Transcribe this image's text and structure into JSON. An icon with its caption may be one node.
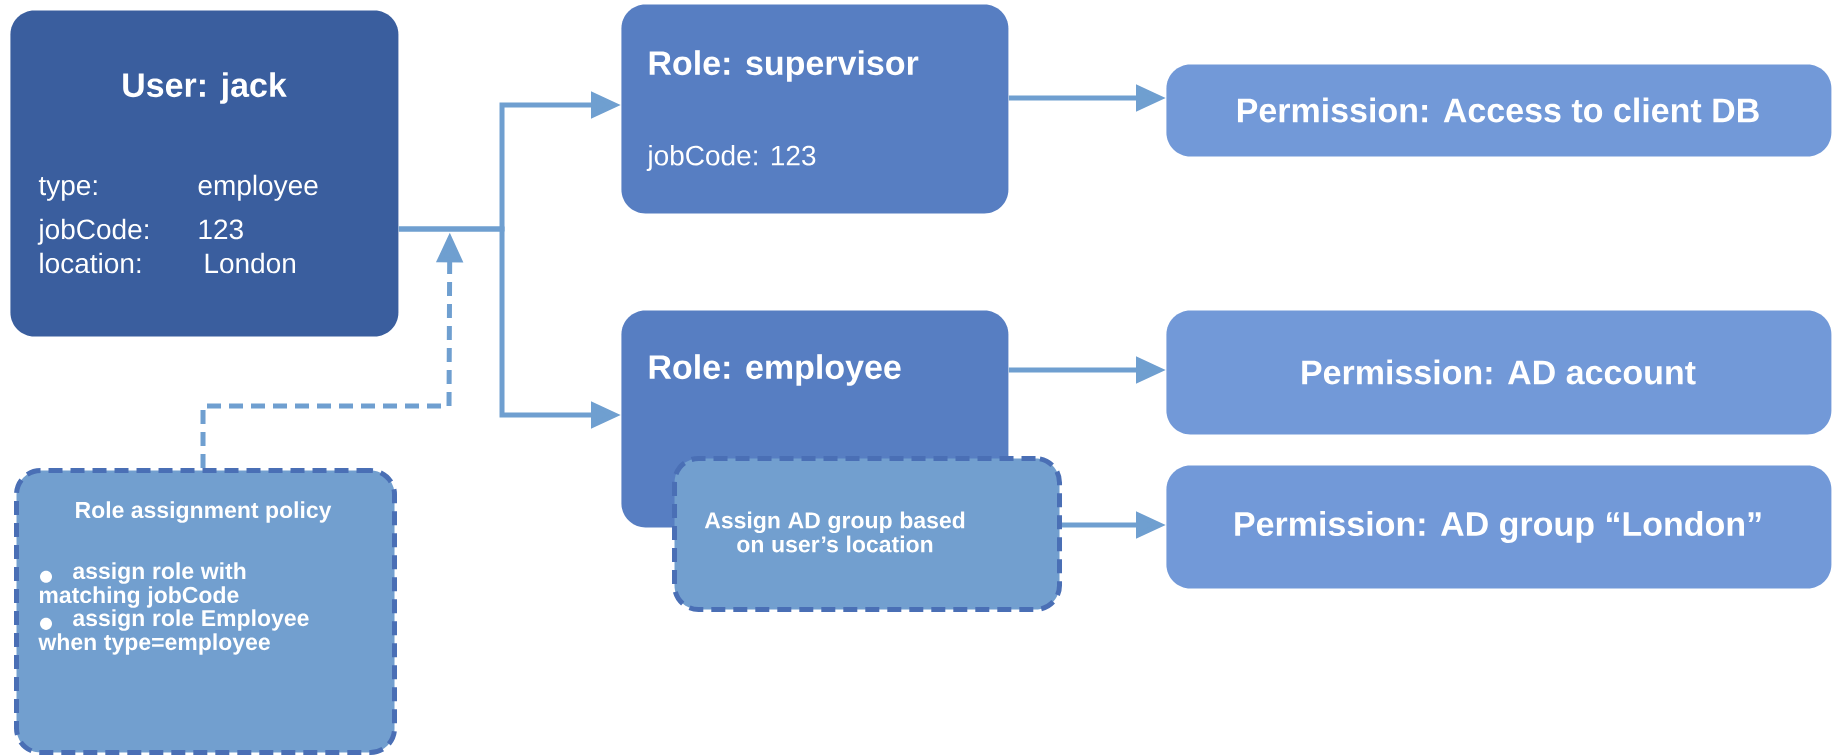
{
  "diagram": {
    "nodes": [
      {
        "text": [
          "User: jack",
          "type:",
          "employee",
          "jobCode:",
          "123",
          "location:",
          "London"
        ]
      },
      {
        "text": [
          "Role assignment policy",
          "assign role with matching jobCode",
          "assign role Employee when type=employee"
        ]
      },
      {
        "text": [
          "Role: supervisor",
          "jobCode: 123"
        ]
      },
      {
        "text": [
          "Role: employee"
        ]
      },
      {
        "text": [
          "Assign AD group based on user’s location"
        ]
      },
      {
        "text": [
          "Permission: Access to client DB"
        ]
      },
      {
        "text": [
          "Permission: AD account"
        ]
      },
      {
        "text": [
          "Permission: AD group “London”"
        ]
      }
    ],
    "edges": [
      {
        "from": 0,
        "to": 2,
        "arrow": "to"
      },
      {
        "from": 0,
        "to": 3,
        "arrow": "to"
      },
      {
        "from": 1,
        "to": 0,
        "arrow": "to",
        "style": "dashed"
      },
      {
        "from": 2,
        "to": 5,
        "arrow": "to"
      },
      {
        "from": 3,
        "to": 6,
        "arrow": "to"
      },
      {
        "from": 4,
        "to": 7,
        "arrow": "to"
      }
    ]
  }
}
